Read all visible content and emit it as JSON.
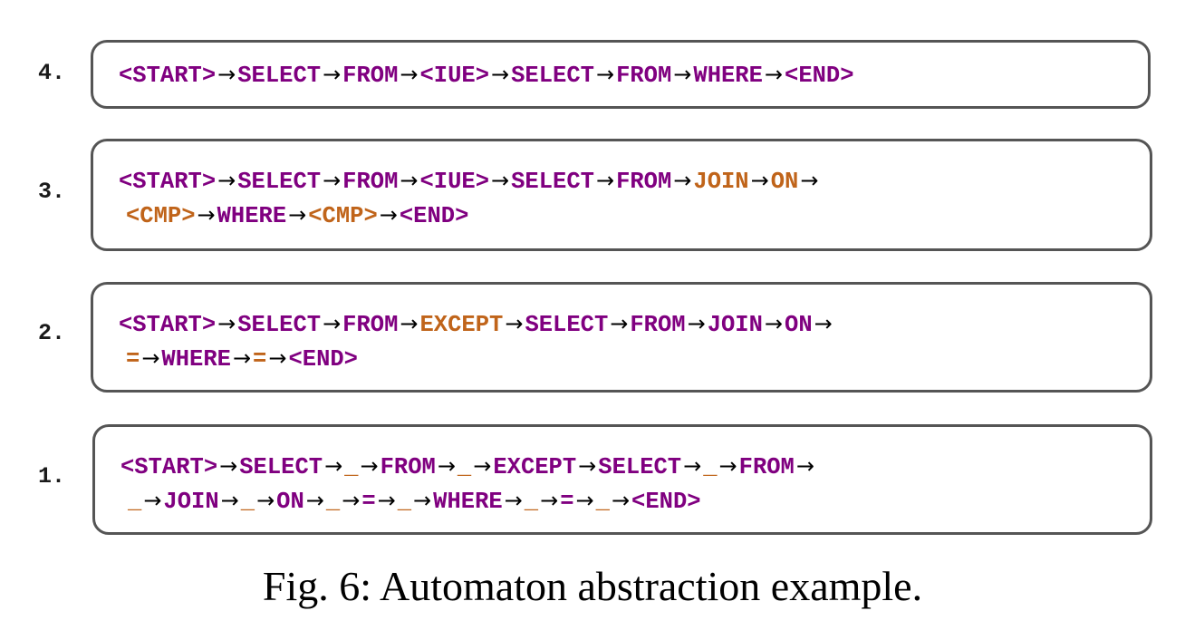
{
  "colors": {
    "keyword": "#800080",
    "highlight": "#c0641a",
    "border": "#555555"
  },
  "arrow": "→",
  "rows": [
    {
      "number": "4.",
      "lines": [
        [
          {
            "t": "<START>",
            "c": "purple"
          },
          {
            "t": "SELECT",
            "c": "purple"
          },
          {
            "t": "FROM",
            "c": "purple"
          },
          {
            "t": "<IUE>",
            "c": "purple"
          },
          {
            "t": "SELECT",
            "c": "purple"
          },
          {
            "t": "FROM",
            "c": "purple"
          },
          {
            "t": "WHERE",
            "c": "purple"
          },
          {
            "t": "<END>",
            "c": "purple"
          }
        ]
      ]
    },
    {
      "number": "3.",
      "lines": [
        [
          {
            "t": "<START>",
            "c": "purple"
          },
          {
            "t": "SELECT",
            "c": "purple"
          },
          {
            "t": "FROM",
            "c": "purple"
          },
          {
            "t": "<IUE>",
            "c": "purple"
          },
          {
            "t": "SELECT",
            "c": "purple"
          },
          {
            "t": "FROM",
            "c": "purple"
          },
          {
            "t": "JOIN",
            "c": "orange"
          },
          {
            "t": "ON",
            "c": "orange"
          }
        ],
        [
          {
            "t": "<CMP>",
            "c": "orange"
          },
          {
            "t": "WHERE",
            "c": "purple"
          },
          {
            "t": "<CMP>",
            "c": "orange"
          },
          {
            "t": "<END>",
            "c": "purple"
          }
        ]
      ]
    },
    {
      "number": "2.",
      "lines": [
        [
          {
            "t": "<START>",
            "c": "purple"
          },
          {
            "t": "SELECT",
            "c": "purple"
          },
          {
            "t": "FROM",
            "c": "purple"
          },
          {
            "t": "EXCEPT",
            "c": "orange"
          },
          {
            "t": "SELECT",
            "c": "purple"
          },
          {
            "t": "FROM",
            "c": "purple"
          },
          {
            "t": "JOIN",
            "c": "purple"
          },
          {
            "t": "ON",
            "c": "purple"
          }
        ],
        [
          {
            "t": "=",
            "c": "orange"
          },
          {
            "t": "WHERE",
            "c": "purple"
          },
          {
            "t": "=",
            "c": "orange"
          },
          {
            "t": "<END>",
            "c": "purple"
          }
        ]
      ]
    },
    {
      "number": "1.",
      "lines": [
        [
          {
            "t": "<START>",
            "c": "purple"
          },
          {
            "t": "SELECT",
            "c": "purple"
          },
          {
            "t": "_",
            "c": "orange"
          },
          {
            "t": "FROM",
            "c": "purple"
          },
          {
            "t": "_",
            "c": "orange"
          },
          {
            "t": "EXCEPT",
            "c": "purple"
          },
          {
            "t": "SELECT",
            "c": "purple"
          },
          {
            "t": "_",
            "c": "orange"
          },
          {
            "t": "FROM",
            "c": "purple"
          }
        ],
        [
          {
            "t": "_",
            "c": "orange"
          },
          {
            "t": "JOIN",
            "c": "purple"
          },
          {
            "t": "_",
            "c": "orange"
          },
          {
            "t": "ON",
            "c": "purple"
          },
          {
            "t": "_",
            "c": "orange"
          },
          {
            "t": "=",
            "c": "purple"
          },
          {
            "t": "_",
            "c": "orange"
          },
          {
            "t": "WHERE",
            "c": "purple"
          },
          {
            "t": "_",
            "c": "orange"
          },
          {
            "t": "=",
            "c": "purple"
          },
          {
            "t": "_",
            "c": "orange"
          },
          {
            "t": "<END>",
            "c": "purple"
          }
        ]
      ]
    }
  ],
  "caption": "Fig. 6: Automaton abstraction example."
}
